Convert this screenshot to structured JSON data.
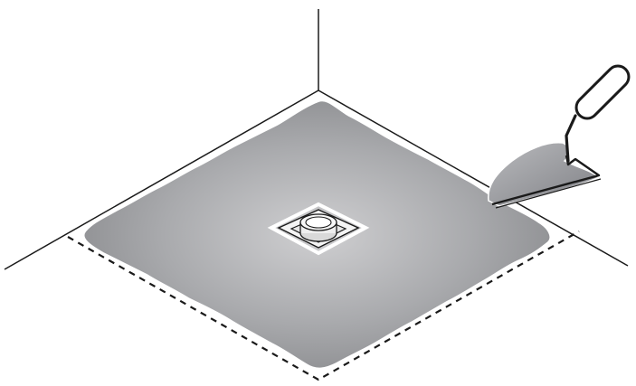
{
  "illustration": {
    "colors": {
      "background": "#ffffff",
      "line": "#1a1a1a",
      "mortar_center": "#c9c9cb",
      "mortar_edge": "#8b8c8f",
      "drain_outline": "#ffffff",
      "trowel_blade": "#909196"
    },
    "elements": {
      "wall_corner": "room-corner",
      "floor_outline": "dashed-floor-boundary",
      "mortar_bed": "mortar-layer",
      "drain": "floor-drain-icon",
      "tool": "trowel-icon"
    }
  }
}
